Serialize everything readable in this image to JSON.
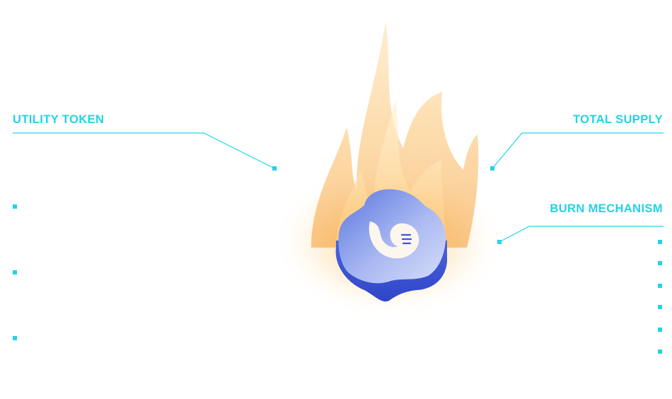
{
  "labels": {
    "utility": "UTILITY TOKEN",
    "supply": "TOTAL SUPPLY",
    "burn": "BURN MECHANISM"
  },
  "colors": {
    "accent": "#22d3e6",
    "flame_outer": "#f7a53a",
    "flame_inner": "#ffd98a",
    "rock_top": "#8fa7ee",
    "rock_side": "#3b55d6"
  },
  "icons": {
    "center": "coin-hand-logo-icon",
    "flame": "flame-icon"
  }
}
